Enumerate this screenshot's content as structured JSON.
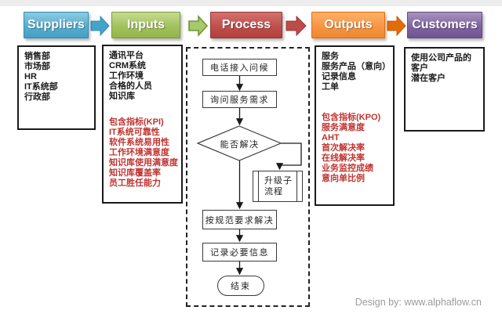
{
  "headers": [
    {
      "label": "Suppliers",
      "bg": "linear-gradient(180deg,#8ecbe0 0%,#56aed0 55%,#469fc4 100%)",
      "border": "#2f8bb4"
    },
    {
      "label": "Inputs",
      "bg": "linear-gradient(180deg,#c6db93 0%,#a2c25d 55%,#93b549 100%)",
      "border": "#7a9a3d"
    },
    {
      "label": "Process",
      "bg": "linear-gradient(180deg,#d3716e 0%,#c0504d 55%,#b23f3c 100%)",
      "border": "#943634"
    },
    {
      "label": "Outputs",
      "bg": "linear-gradient(180deg,#fbb168 0%,#f79646 55%,#ef862d 100%)",
      "border": "#e36c09"
    },
    {
      "label": "Customers",
      "bg": "linear-gradient(180deg,#a694bd 0%,#8064a2 55%,#715390 100%)",
      "border": "#60497b"
    }
  ],
  "flow_arrows": [
    {
      "name": "suppliers-to-inputs",
      "fill": "#44a3c8",
      "stroke": "#2f8bb4"
    },
    {
      "name": "inputs-to-process",
      "fill": "#a6c96a",
      "stroke": "#76923c"
    },
    {
      "name": "process-to-outputs",
      "fill": "#bf4b48",
      "stroke": "#943634"
    },
    {
      "name": "outputs-to-customers",
      "fill": "#e36c09",
      "stroke": "#c55a11"
    }
  ],
  "suppliers": {
    "items": [
      "销售部",
      "市场部",
      "HR",
      "IT系统部",
      "行政部"
    ]
  },
  "inputs": {
    "items": [
      "通讯平台",
      "CRM系统",
      "工作环境",
      "合格的人员",
      "知识库"
    ],
    "kpi_title": "包含指标(KPI)",
    "kpi_items": [
      "IT系统可靠性",
      "软件系统易用性",
      "工作环境满意度",
      "知识库使用满意度",
      "知识库覆盖率",
      "员工胜任能力"
    ]
  },
  "process": {
    "steps": {
      "greet": "电话接入问候",
      "ask": "询问服务需求",
      "decision": "能否解决",
      "subprocess": "升级子流程",
      "solve": "按规范要求解决",
      "record": "记录必要信息",
      "end": "结束"
    }
  },
  "outputs": {
    "items": [
      "服务",
      "服务产品（意向）",
      "记录信息",
      "工单"
    ],
    "kpo_title": "包含指标(KPO)",
    "kpo_items": [
      "服务满意度",
      "AHT",
      "首次解决率",
      "在线解决率",
      "业务监控成绩",
      "意向单比例"
    ]
  },
  "customers": {
    "items": [
      "使用公司产品的客户",
      "潜在客户"
    ]
  },
  "footer": {
    "credit": "Design by: www.alphaflow.cn"
  },
  "colors": {
    "body_text": "#1a1a1a",
    "red_text": "#c0332f",
    "connector": "#1a1a1a",
    "footer_text": "#9b9b9b"
  }
}
